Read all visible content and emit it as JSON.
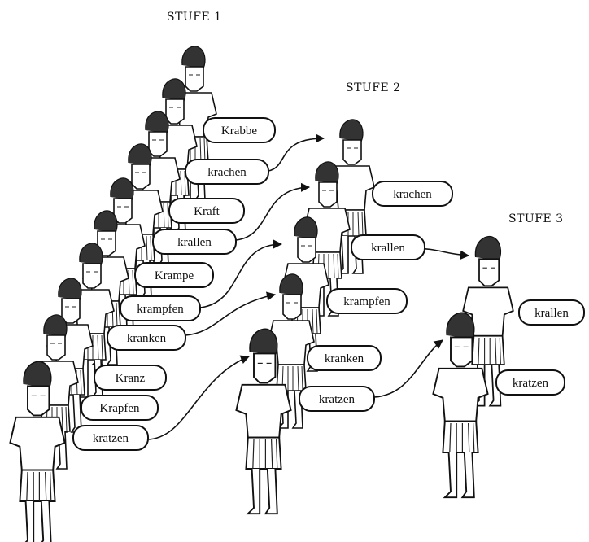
{
  "stages": [
    {
      "title": "STUFE 1",
      "labels": [
        "Krabbe",
        "krachen",
        "Kraft",
        "krallen",
        "Krampe",
        "krampfen",
        "kranken",
        "Kranz",
        "Krapfen",
        "kratzen"
      ]
    },
    {
      "title": "STUFE 2",
      "labels": [
        "krachen",
        "krallen",
        "krampfen",
        "kranken",
        "kratzen"
      ]
    },
    {
      "title": "STUFE 3",
      "labels": [
        "krallen",
        "kratzen"
      ]
    }
  ],
  "arrows": [
    {
      "from": "stage1.krachen",
      "to": "stage2.krachen"
    },
    {
      "from": "stage1.krallen",
      "to": "stage2.krallen"
    },
    {
      "from": "stage1.krampfen",
      "to": "stage2.krampfen"
    },
    {
      "from": "stage1.kranken",
      "to": "stage2.kranken"
    },
    {
      "from": "stage1.kratzen",
      "to": "stage2.kratzen"
    },
    {
      "from": "stage2.krallen",
      "to": "stage3.krallen"
    },
    {
      "from": "stage2.kratzen",
      "to": "stage3.kratzen"
    }
  ],
  "icons": {
    "figure": "roman-soldier-icon"
  },
  "colors": {
    "ink": "#111111",
    "paper": "#ffffff"
  }
}
